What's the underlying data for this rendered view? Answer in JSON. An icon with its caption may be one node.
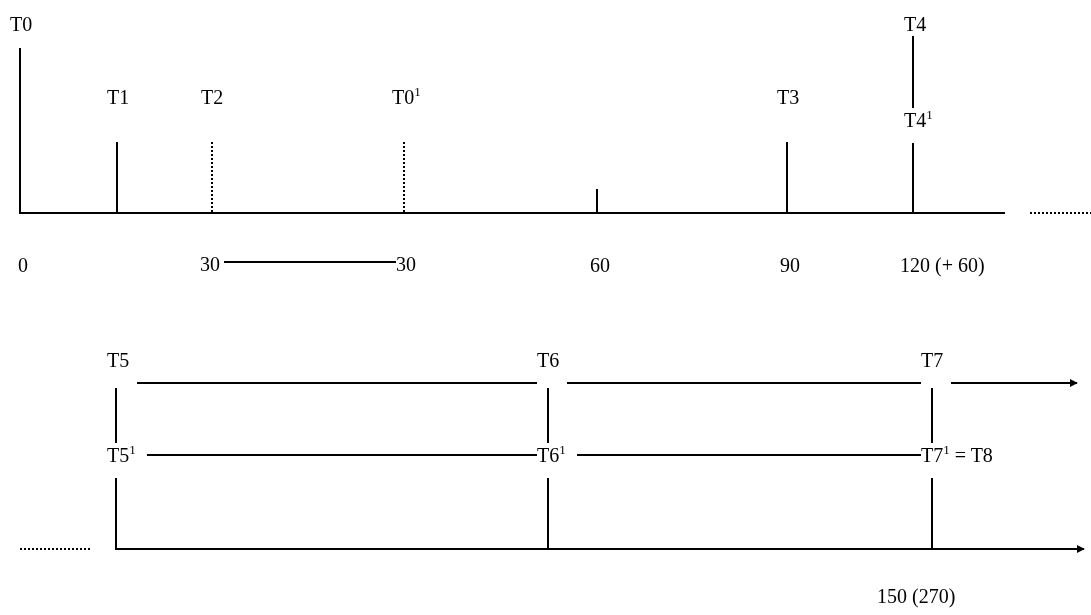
{
  "diagram": {
    "nodes": [
      {
        "text": [
          "T0"
        ]
      },
      {
        "text": [
          "T1"
        ]
      },
      {
        "text": [
          "T2"
        ]
      },
      {
        "text": [
          "T0$^{1}$"
        ]
      },
      {
        "text": [
          "T3"
        ]
      },
      {
        "text": [
          "T4"
        ]
      },
      {
        "text": [
          "T4$^{1}$"
        ]
      },
      {
        "text": [
          "30"
        ]
      },
      {
        "text": [
          "30"
        ]
      },
      {
        "text": [
          "T5"
        ]
      },
      {
        "text": [
          "T6"
        ]
      },
      {
        "text": [
          "T7"
        ]
      },
      {
        "text": [
          "T5$^{1}$"
        ]
      },
      {
        "text": [
          "T6$^{1}$"
        ]
      },
      {
        "text": [
          "T7$^{1}$ = T8"
        ]
      }
    ],
    "edges": [
      {
        "from": 5,
        "to": 6,
        "arrow": "none"
      },
      {
        "from": 7,
        "to": 8,
        "arrow": "none"
      },
      {
        "from": 9,
        "to": 12,
        "arrow": "none"
      },
      {
        "from": 10,
        "to": 13,
        "arrow": "none"
      },
      {
        "from": 11,
        "to": 14,
        "arrow": "none"
      },
      {
        "from": 9,
        "to": 10,
        "arrow": "none"
      },
      {
        "from": 10,
        "to": 11,
        "arrow": "none"
      },
      {
        "from": 11,
        "to": null,
        "arrow": "to"
      },
      {
        "from": 12,
        "to": 13,
        "arrow": "none"
      },
      {
        "from": 13,
        "to": 14,
        "arrow": "none"
      }
    ],
    "labels": [
      "0",
      "60",
      "90",
      "120 (+ 60)",
      "150 (270)"
    ]
  }
}
